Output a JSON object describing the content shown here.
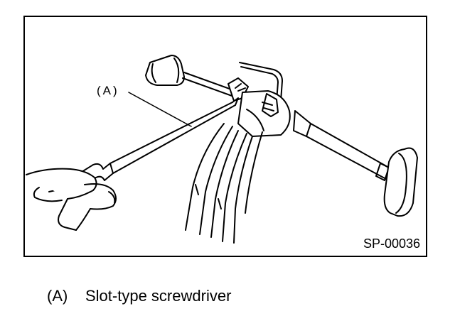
{
  "figure": {
    "callout_label": "(A)",
    "figure_code": "SP-00036"
  },
  "legend": [
    {
      "key": "(A)",
      "text": "Slot-type screwdriver"
    }
  ]
}
